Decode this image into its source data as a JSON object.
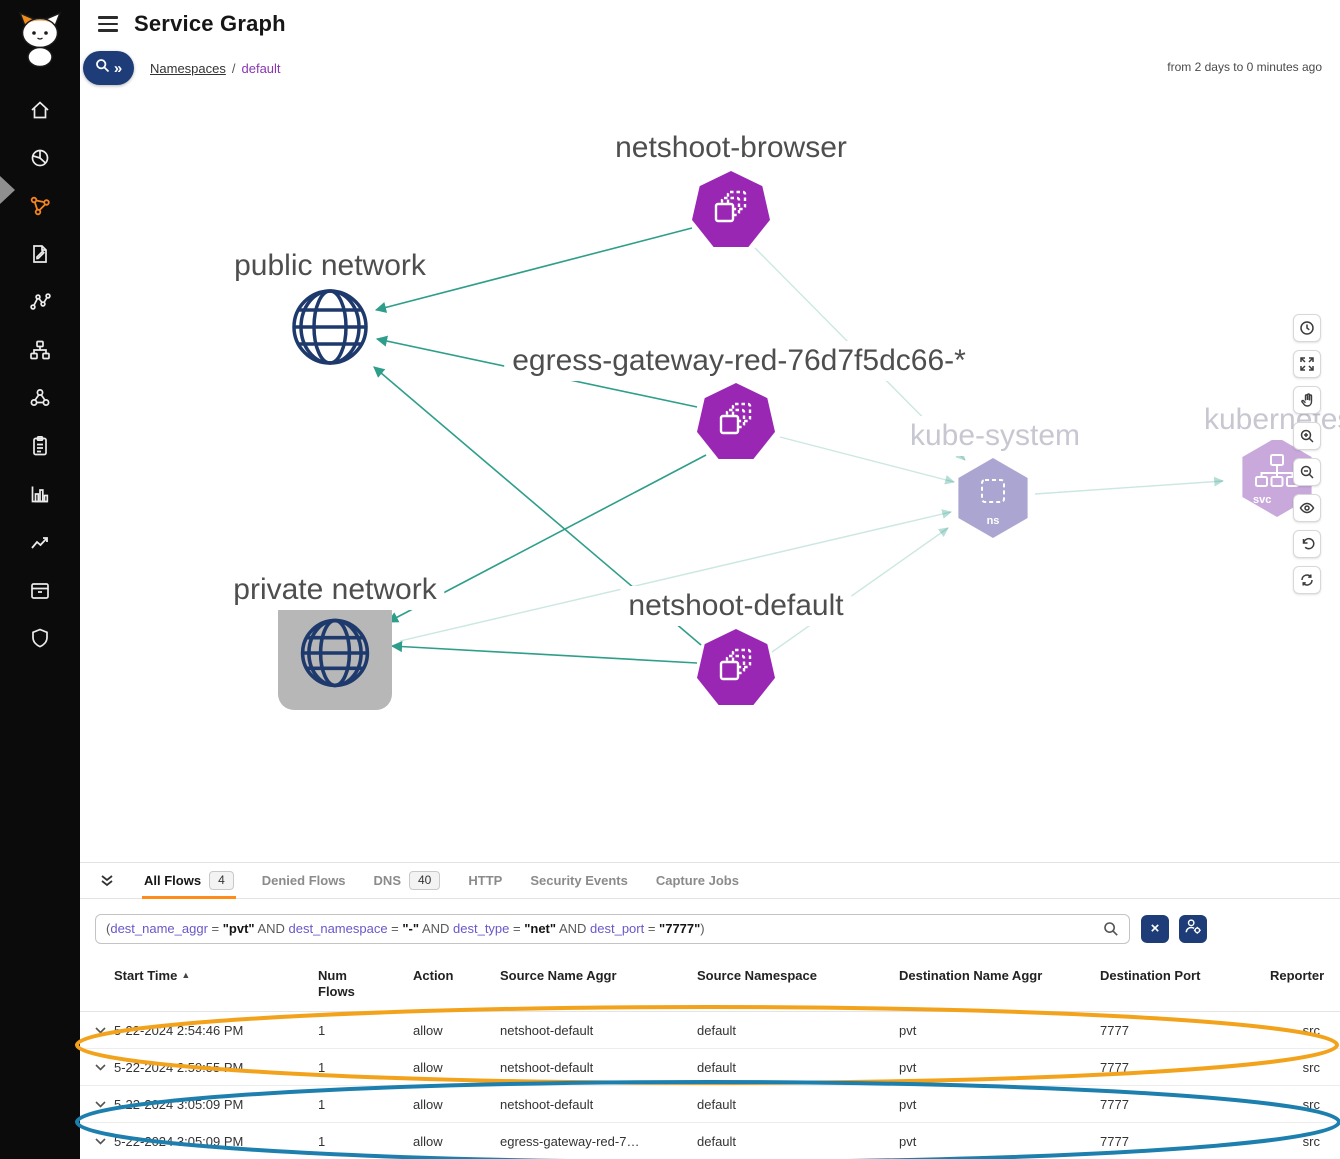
{
  "app": {
    "title": "Service Graph"
  },
  "breadcrumb": {
    "root": "Namespaces",
    "separator": "/",
    "current": "default"
  },
  "time_range": "from 2 days to 0 minutes ago",
  "sidebar": {
    "icons": [
      "calico-logo",
      "home",
      "dashboards",
      "service-graph",
      "policies",
      "endpoints",
      "network-hierarchy",
      "clusters",
      "compliance",
      "reports",
      "trends",
      "archive",
      "security"
    ],
    "active": "service-graph"
  },
  "graph": {
    "nodes": {
      "netshoot_browser": {
        "label": "netshoot-browser",
        "type": "pod"
      },
      "public_network": {
        "label": "public network",
        "type": "network"
      },
      "egress_gateway": {
        "label": "egress-gateway-red-76d7f5dc66-*",
        "type": "pod"
      },
      "kube_system": {
        "label": "kube-system",
        "badge": "ns",
        "type": "namespace"
      },
      "kubernetes": {
        "label": "kubernetes",
        "badge": "svc",
        "type": "service"
      },
      "private_network": {
        "label": "private network",
        "type": "network",
        "selected": true
      },
      "netshoot_default": {
        "label": "netshoot-default",
        "type": "pod"
      }
    }
  },
  "toolbar": {
    "buttons": [
      "history",
      "fit-to-screen",
      "pan",
      "zoom-in",
      "zoom-out",
      "toggle-visibility",
      "undo",
      "refresh"
    ]
  },
  "tabs": {
    "items": [
      {
        "label": "All Flows",
        "badge": "4",
        "active": true
      },
      {
        "label": "Denied Flows"
      },
      {
        "label": "DNS",
        "badge": "40"
      },
      {
        "label": "HTTP"
      },
      {
        "label": "Security Events"
      },
      {
        "label": "Capture Jobs"
      }
    ]
  },
  "filter": {
    "tokens": [
      {
        "type": "punct",
        "text": "("
      },
      {
        "type": "key",
        "text": "dest_name_aggr"
      },
      {
        "type": "op",
        "text": " = "
      },
      {
        "type": "val",
        "text": "\"pvt\""
      },
      {
        "type": "op",
        "text": " AND "
      },
      {
        "type": "key",
        "text": "dest_namespace"
      },
      {
        "type": "op",
        "text": " = "
      },
      {
        "type": "val",
        "text": "\"-\""
      },
      {
        "type": "op",
        "text": " AND "
      },
      {
        "type": "key",
        "text": "dest_type"
      },
      {
        "type": "op",
        "text": " = "
      },
      {
        "type": "val",
        "text": "\"net\""
      },
      {
        "type": "op",
        "text": " AND "
      },
      {
        "type": "key",
        "text": "dest_port"
      },
      {
        "type": "op",
        "text": " = "
      },
      {
        "type": "val",
        "text": "\"7777\""
      },
      {
        "type": "punct",
        "text": ")"
      }
    ]
  },
  "flows_table": {
    "headers": {
      "start_time": "Start Time",
      "num_flows": "Num Flows",
      "action": "Action",
      "source_name_aggr": "Source Name Aggr",
      "source_namespace": "Source Namespace",
      "dest_name_aggr": "Destination Name Aggr",
      "dest_port": "Destination Port",
      "reporter": "Reporter"
    },
    "sort_indicator": "▲",
    "rows": [
      {
        "start_time": "5-22-2024 2:54:46 PM",
        "num_flows": "1",
        "action": "allow",
        "source_name_aggr": "netshoot-default",
        "source_namespace": "default",
        "dest_name_aggr": "pvt",
        "dest_port": "7777",
        "reporter": "src"
      },
      {
        "start_time": "5-22-2024 2:59:55 PM",
        "num_flows": "1",
        "action": "allow",
        "source_name_aggr": "netshoot-default",
        "source_namespace": "default",
        "dest_name_aggr": "pvt",
        "dest_port": "7777",
        "reporter": "src"
      },
      {
        "start_time": "5-22-2024 3:05:09 PM",
        "num_flows": "1",
        "action": "allow",
        "source_name_aggr": "netshoot-default",
        "source_namespace": "default",
        "dest_name_aggr": "pvt",
        "dest_port": "7777",
        "reporter": "src"
      },
      {
        "start_time": "5-22-2024 3:05:09 PM",
        "num_flows": "1",
        "action": "allow",
        "source_name_aggr": "egress-gateway-red-7…",
        "source_namespace": "default",
        "dest_name_aggr": "pvt",
        "dest_port": "7777",
        "reporter": "src"
      }
    ]
  },
  "colors": {
    "accent_orange": "#ff8c1a",
    "brand_navy": "#1d3c78",
    "node_purple": "#9a27b4",
    "edge_teal": "#2e9e8a",
    "annotation_orange": "#f2a31b",
    "annotation_blue": "#1d7fad"
  }
}
